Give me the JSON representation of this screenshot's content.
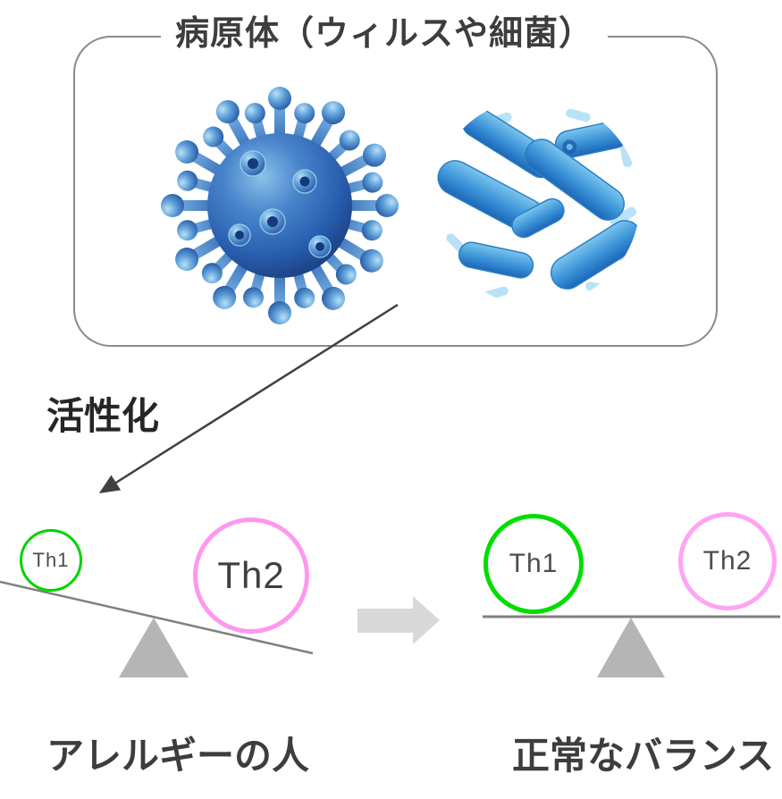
{
  "header": {
    "box_title": "病原体（ウィルスや細菌）"
  },
  "activation": {
    "label": "活性化"
  },
  "balances": {
    "allergy": {
      "th1": "Th1",
      "th2": "Th2",
      "caption": "アレルギーの人"
    },
    "normal": {
      "th1": "Th1",
      "th2": "Th2",
      "caption": "正常なバランス"
    }
  },
  "illustrations": {
    "virus": "blue-3d-virus-with-spikes",
    "bacteria": "blue-rod-bacteria-in-circle"
  },
  "colors": {
    "th1_green": "#00d800",
    "th2_pink": "#ff9cf2",
    "box_border_gray": "#8a8a8a",
    "seesaw_line_gray": "#808080",
    "fulcrum_gray": "#b5b5b5",
    "transition_arrow_gray": "#d9d9d9",
    "activation_arrow_dark": "#404040",
    "text_dark": "#3d3d3d",
    "virus_blue": "#2458ab"
  }
}
